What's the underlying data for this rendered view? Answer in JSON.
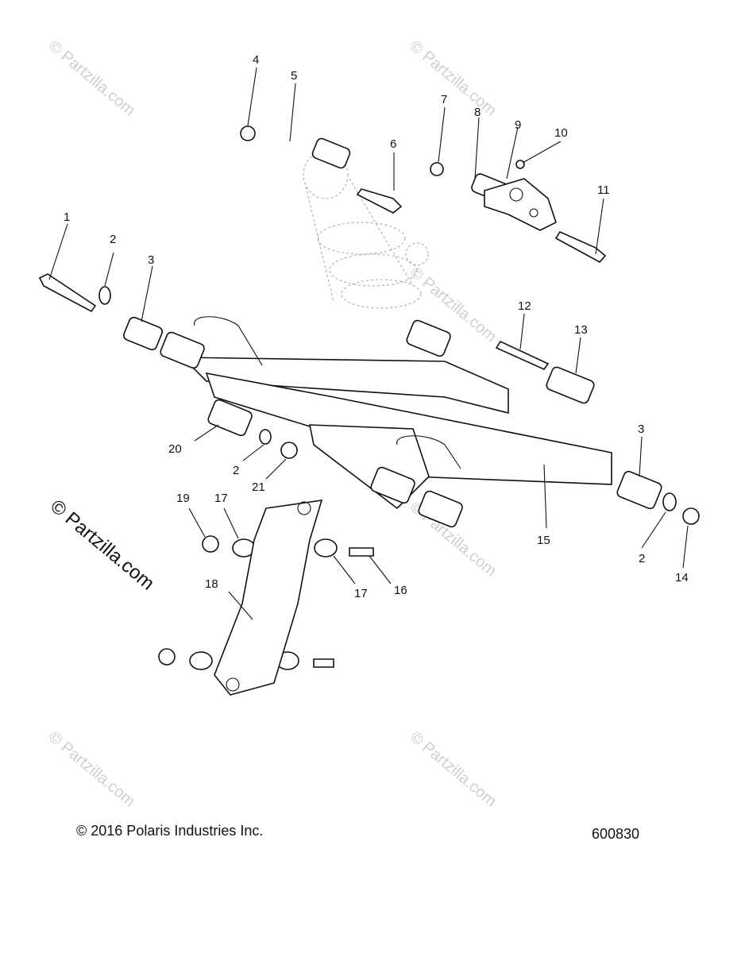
{
  "footer": {
    "copyright": "© 2016 Polaris Industries Inc.",
    "diagram_id": "600830"
  },
  "watermark": {
    "text": "© Partzilla.com"
  },
  "callouts": {
    "c1": "1",
    "c2a": "2",
    "c3a": "3",
    "c4": "4",
    "c5": "5",
    "c6": "6",
    "c7": "7",
    "c8": "8",
    "c9": "9",
    "c10": "10",
    "c11": "11",
    "c12": "12",
    "c13": "13",
    "c3b": "3",
    "c20": "20",
    "c2b": "2",
    "c21": "21",
    "c15": "15",
    "c2c": "2",
    "c14": "14",
    "c19": "19",
    "c17a": "17",
    "c17b": "17",
    "c16": "16",
    "c18": "18"
  }
}
